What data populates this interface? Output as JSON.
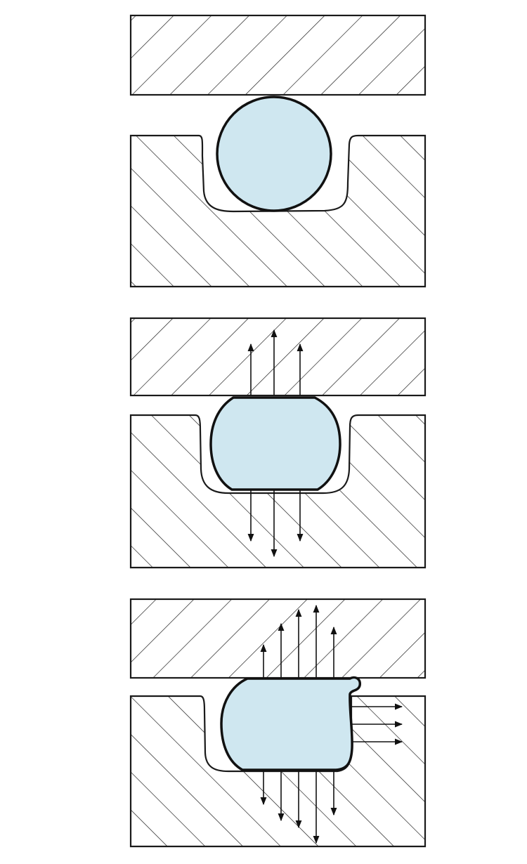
{
  "diagram": {
    "panels": [
      "uncompressed",
      "compressed",
      "extruded"
    ],
    "colors": {
      "seal": "#cfe7f0",
      "line": "#1a1a1a",
      "background": "#ffffff"
    }
  }
}
